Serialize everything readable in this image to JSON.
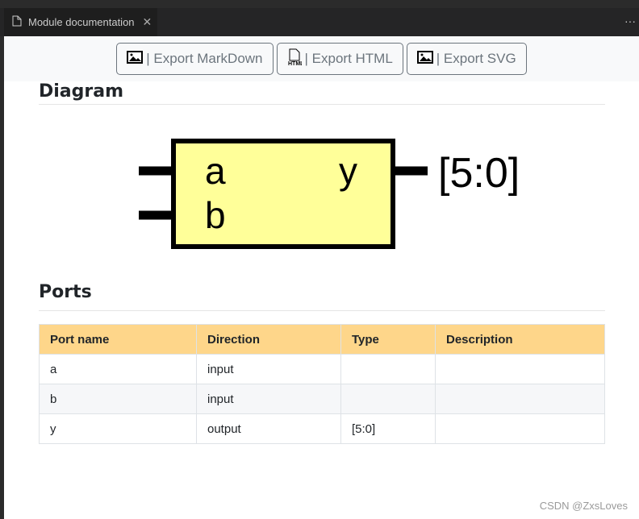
{
  "tab": {
    "title": "Module documentation",
    "icon": "file-icon"
  },
  "toolbar": {
    "buttons": [
      {
        "label": "| Export MarkDown",
        "icon": "image-icon"
      },
      {
        "label": "| Export HTML",
        "icon": "html-file-icon"
      },
      {
        "label": "| Export SVG",
        "icon": "image-icon"
      }
    ]
  },
  "diagram": {
    "heading": "Diagram",
    "inputs": [
      "a",
      "b"
    ],
    "outputs": [
      "y"
    ],
    "output_width": "[5:0]",
    "block_color": "#ffff99"
  },
  "ports": {
    "heading": "Ports",
    "columns": [
      "Port name",
      "Direction",
      "Type",
      "Description"
    ],
    "rows": [
      [
        "a",
        "input",
        "",
        ""
      ],
      [
        "b",
        "input",
        "",
        ""
      ],
      [
        "y",
        "output",
        "[5:0]",
        ""
      ]
    ],
    "header_color": "#fed68a"
  },
  "watermark": "CSDN @ZxsLoves"
}
